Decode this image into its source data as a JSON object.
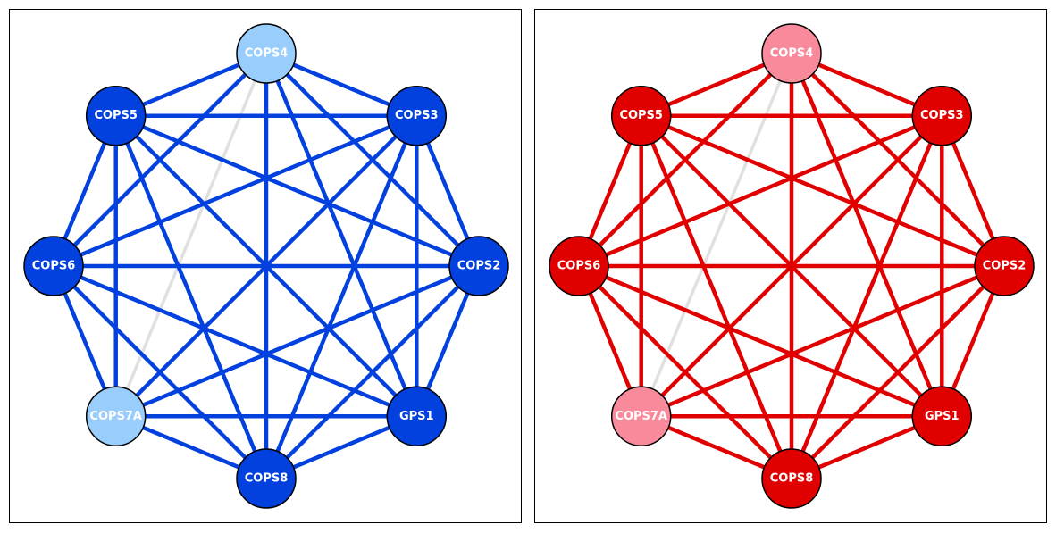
{
  "panels": [
    {
      "id": "left",
      "edge_color": "#0341de",
      "weak_edge_color": "#e0e0e0",
      "node_fill": "#0341de",
      "node_fill_highlight": "#99cefc",
      "node_stroke": "#000000"
    },
    {
      "id": "right",
      "edge_color": "#e00000",
      "weak_edge_color": "#e0e0e0",
      "node_fill": "#e00000",
      "node_fill_highlight": "#f98a9c",
      "node_stroke": "#000000"
    }
  ],
  "nodes": [
    {
      "id": "COPS4",
      "label": "COPS4",
      "highlight": true
    },
    {
      "id": "COPS3",
      "label": "COPS3",
      "highlight": false
    },
    {
      "id": "COPS2",
      "label": "COPS2",
      "highlight": false
    },
    {
      "id": "GPS1",
      "label": "GPS1",
      "highlight": false
    },
    {
      "id": "COPS8",
      "label": "COPS8",
      "highlight": false
    },
    {
      "id": "COPS7A",
      "label": "COPS7A",
      "highlight": true
    },
    {
      "id": "COPS6",
      "label": "COPS6",
      "highlight": false
    },
    {
      "id": "COPS5",
      "label": "COPS5",
      "highlight": false
    }
  ],
  "edges": [
    {
      "source": "COPS4",
      "target": "COPS3",
      "weak": false
    },
    {
      "source": "COPS4",
      "target": "COPS2",
      "weak": false
    },
    {
      "source": "COPS4",
      "target": "GPS1",
      "weak": false
    },
    {
      "source": "COPS4",
      "target": "COPS8",
      "weak": false
    },
    {
      "source": "COPS4",
      "target": "COPS7A",
      "weak": true
    },
    {
      "source": "COPS4",
      "target": "COPS6",
      "weak": false
    },
    {
      "source": "COPS4",
      "target": "COPS5",
      "weak": false
    },
    {
      "source": "COPS3",
      "target": "COPS2",
      "weak": false
    },
    {
      "source": "COPS3",
      "target": "GPS1",
      "weak": false
    },
    {
      "source": "COPS3",
      "target": "COPS8",
      "weak": false
    },
    {
      "source": "COPS3",
      "target": "COPS7A",
      "weak": false
    },
    {
      "source": "COPS3",
      "target": "COPS6",
      "weak": false
    },
    {
      "source": "COPS3",
      "target": "COPS5",
      "weak": false
    },
    {
      "source": "COPS2",
      "target": "GPS1",
      "weak": false
    },
    {
      "source": "COPS2",
      "target": "COPS8",
      "weak": false
    },
    {
      "source": "COPS2",
      "target": "COPS7A",
      "weak": false
    },
    {
      "source": "COPS2",
      "target": "COPS6",
      "weak": false
    },
    {
      "source": "COPS2",
      "target": "COPS5",
      "weak": false
    },
    {
      "source": "GPS1",
      "target": "COPS8",
      "weak": false
    },
    {
      "source": "GPS1",
      "target": "COPS7A",
      "weak": false
    },
    {
      "source": "GPS1",
      "target": "COPS6",
      "weak": false
    },
    {
      "source": "GPS1",
      "target": "COPS5",
      "weak": false
    },
    {
      "source": "COPS8",
      "target": "COPS7A",
      "weak": false
    },
    {
      "source": "COPS8",
      "target": "COPS6",
      "weak": false
    },
    {
      "source": "COPS8",
      "target": "COPS5",
      "weak": false
    },
    {
      "source": "COPS7A",
      "target": "COPS6",
      "weak": false
    },
    {
      "source": "COPS7A",
      "target": "COPS5",
      "weak": false
    },
    {
      "source": "COPS6",
      "target": "COPS5",
      "weak": false
    }
  ]
}
